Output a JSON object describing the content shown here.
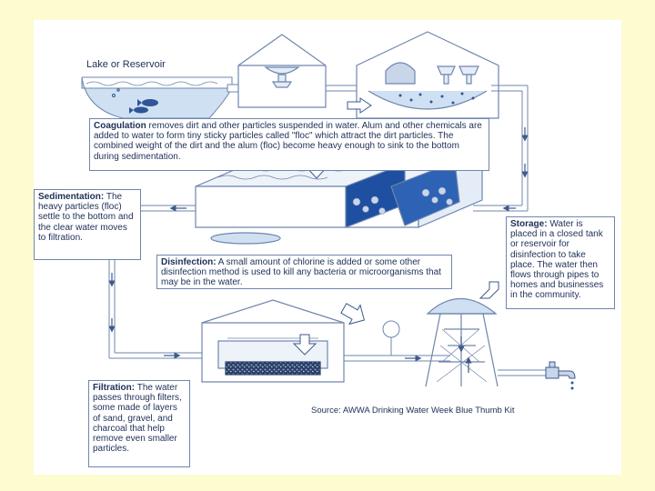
{
  "labels": {
    "lake": "Lake or Reservoir",
    "source": "Source: AWWA Drinking Water Week Blue Thumb Kit"
  },
  "steps": {
    "coagulation": {
      "title": "Coagulation",
      "text": " removes dirt and other particles suspended in water. Alum and other chemicals are added to water to form tiny sticky particles called \"floc\" which attract the dirt particles. The combined weight of the dirt and the alum (floc) become heavy enough to sink to the bottom during sedimentation."
    },
    "sedimentation": {
      "title": "Sedimentation:",
      "text": " The heavy particles (floc) settle to the bottom and the clear water moves to filtration."
    },
    "disinfection": {
      "title": "Disinfection:",
      "text": " A small amount of chlorine is added or some other disinfection method is used to kill any bacteria or microorganisms that may be in the water."
    },
    "storage": {
      "title": "Storage:",
      "text": " Water is placed in a closed tank or reservoir for disinfection to take place. The water then flows through pipes to homes and businesses in the community."
    },
    "filtration": {
      "title": "Filtration:",
      "text": " The water passes through filters, some made of layers of sand, gravel, and charcoal that help remove even smaller particles."
    }
  },
  "colors": {
    "background": "#fdfbd0",
    "panel": "#ffffff",
    "line": "#6f86ad",
    "water_light": "#cfe0f3",
    "water_dark": "#1f4fa0",
    "text": "#1d2f57"
  }
}
